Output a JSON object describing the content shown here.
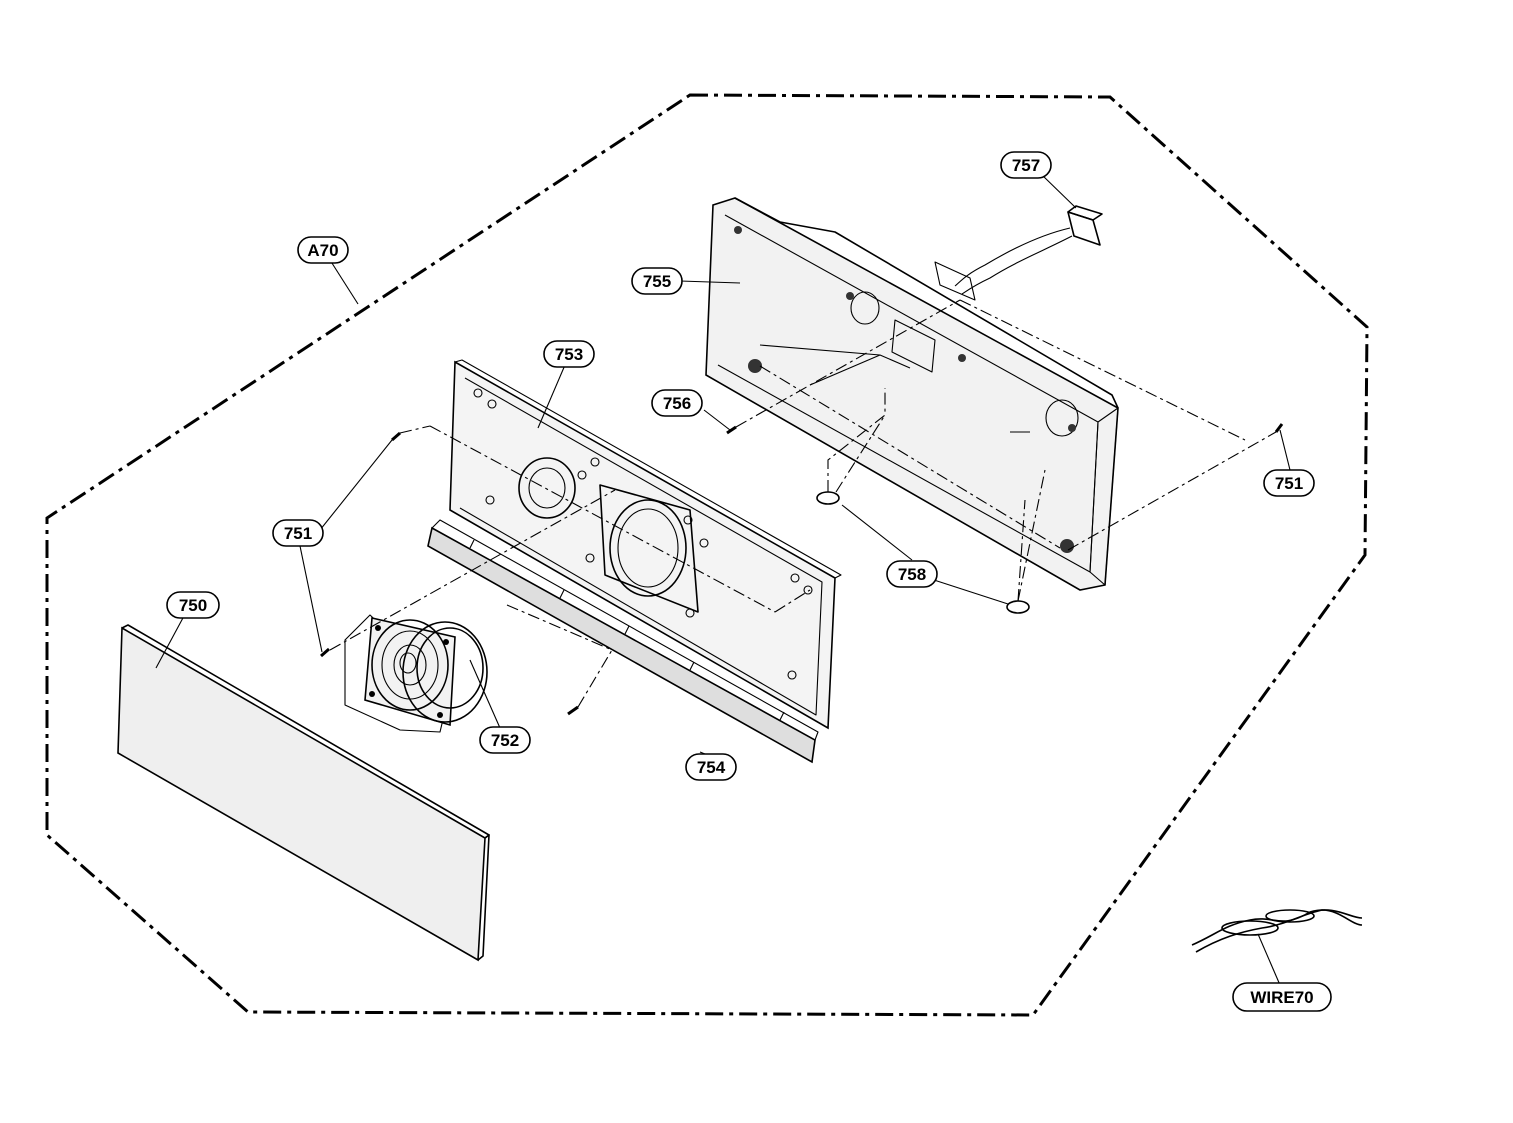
{
  "diagram": {
    "callouts": {
      "a70": "A70",
      "p750": "750",
      "p751_left": "751",
      "p751_right": "751",
      "p752": "752",
      "p753": "753",
      "p754": "754",
      "p755": "755",
      "p756": "756",
      "p757": "757",
      "p758": "758",
      "wire70": "WIRE70"
    }
  }
}
